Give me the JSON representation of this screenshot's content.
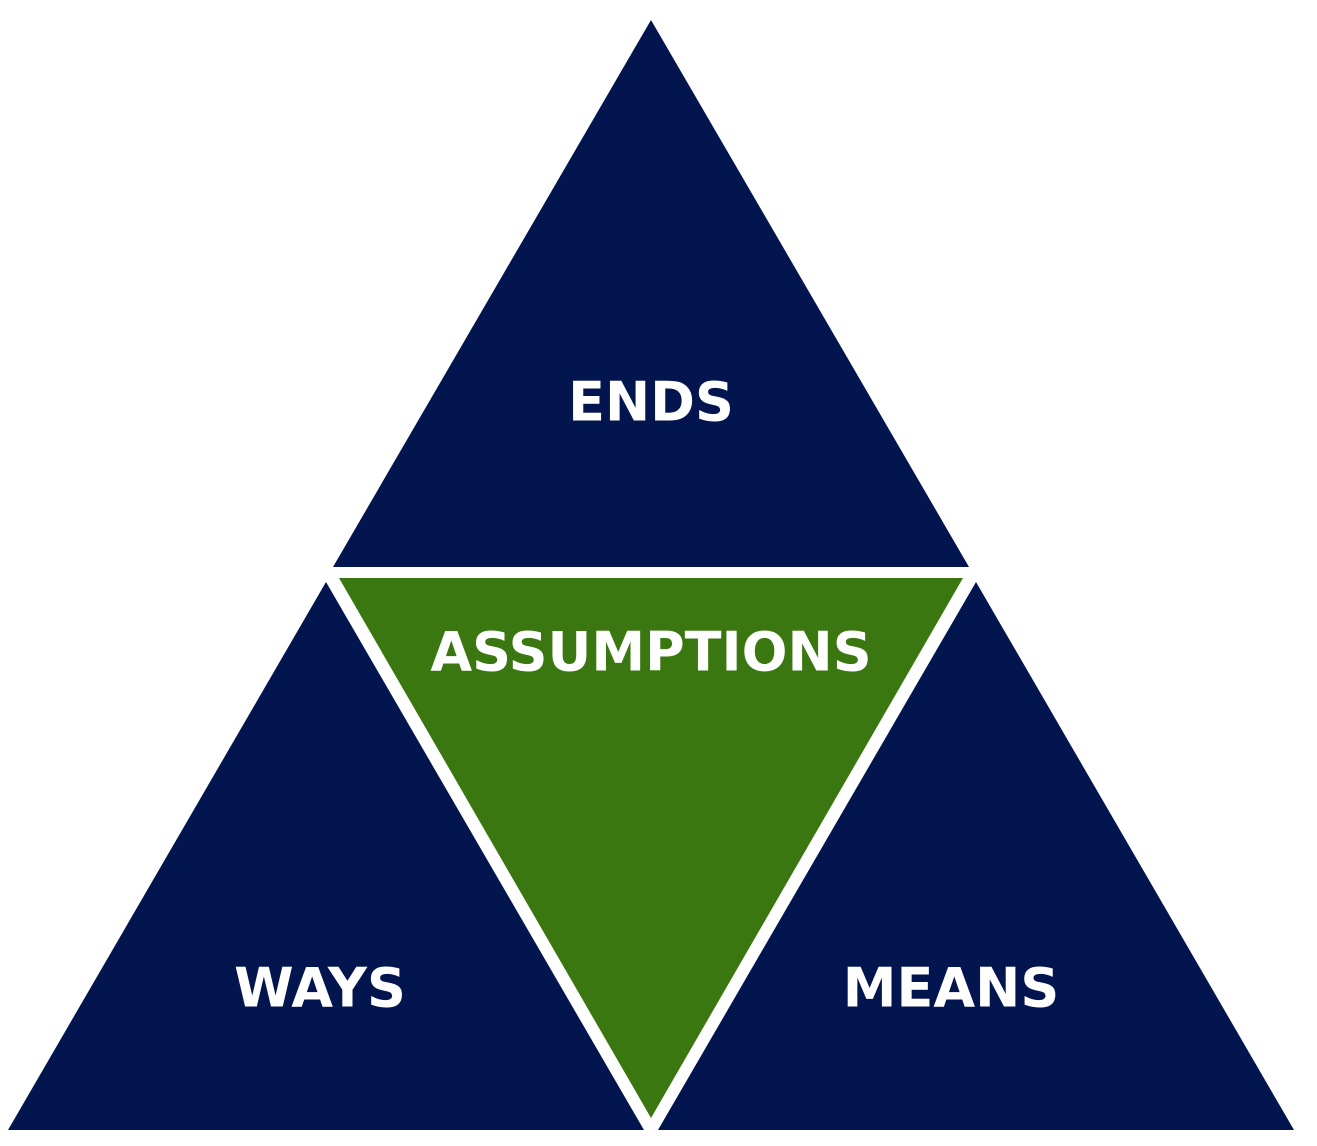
{
  "colors": {
    "outer_triangles": "#02154f",
    "center_triangle": "#3b7710",
    "label_text": "#ffffff",
    "background": "#ffffff",
    "separator": "#ffffff"
  },
  "triangles": {
    "top": {
      "label": "ENDS"
    },
    "center": {
      "label": "ASSUMPTIONS"
    },
    "bottom_left": {
      "label": "WAYS"
    },
    "bottom_right": {
      "label": "MEANS"
    }
  }
}
